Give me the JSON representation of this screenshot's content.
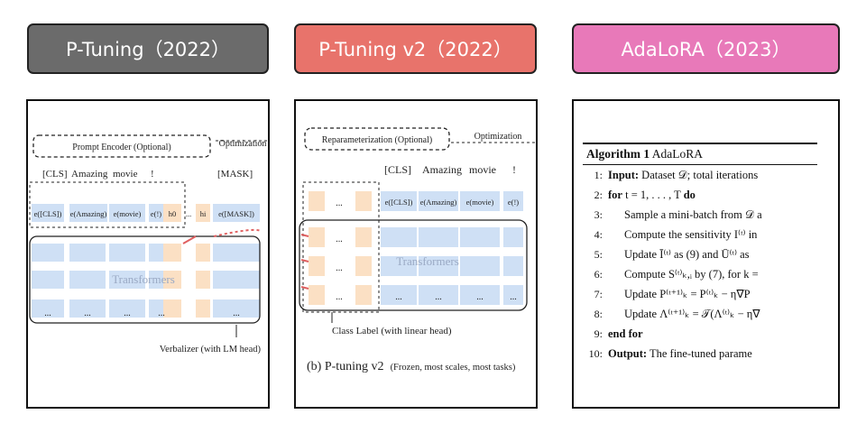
{
  "headers": [
    {
      "label": "P-Tuning（2022）",
      "color": "#6b6b6b"
    },
    {
      "label": "P-Tuning v2（2022）",
      "color": "#e8736b"
    },
    {
      "label": "AdaLoRA（2023）",
      "color": "#e879b9"
    }
  ],
  "p1": {
    "optimization": "Optimization",
    "encoder": "Prompt Encoder (Optional)",
    "tokens": [
      "[CLS]",
      "Amazing",
      "movie",
      "!",
      "[MASK]"
    ],
    "embeds": [
      "e([CLS])",
      "e(Amazing)",
      "e(movie)",
      "e(!)",
      "h0",
      "...",
      "hi",
      "e([MASK])"
    ],
    "transformers": "Transformers",
    "dots": "...",
    "verbalizer": "Verbalizer (with LM head)"
  },
  "p2": {
    "optimization": "Optimization",
    "reparam": "Reparameterization (Optional)",
    "tokens": [
      "[CLS]",
      "Amazing",
      "movie",
      "!"
    ],
    "embeds": [
      "e([CLS])",
      "e(Amazing)",
      "e(movie)",
      "e(!)"
    ],
    "transformers": "Transformers",
    "dots": "...",
    "class_label": "Class Label (with linear head)",
    "caption_main": "(b) P-tuning v2",
    "caption_sub": "(Frozen, most scales, most tasks)"
  },
  "p3": {
    "title_bold": "Algorithm 1",
    "title_rest": "AdaLoRA",
    "lines": [
      {
        "n": "1:",
        "kw": "Input:",
        "text": "Dataset 𝒟; total iterations",
        "indent": 0
      },
      {
        "n": "2:",
        "kw": "for",
        "text": "t = 1, . . . , T",
        "kw2": "do",
        "indent": 0
      },
      {
        "n": "3:",
        "kw": "",
        "text": "Sample a mini-batch from 𝒟 a",
        "indent": 1
      },
      {
        "n": "4:",
        "kw": "",
        "text": "Compute the sensitivity I⁽ᵗ⁾ in",
        "indent": 1
      },
      {
        "n": "5:",
        "kw": "",
        "text": "Update Ī⁽ᵗ⁾ as (9) and Ū⁽ᵗ⁾ as",
        "indent": 1
      },
      {
        "n": "6:",
        "kw": "",
        "text": "Compute S⁽ᵗ⁾ₖ,ᵢ by (7), for k =",
        "indent": 1
      },
      {
        "n": "7:",
        "kw": "",
        "text": "Update P⁽ᵗ⁺¹⁾ₖ = P⁽ᵗ⁾ₖ − η∇P",
        "indent": 1
      },
      {
        "n": "8:",
        "kw": "",
        "text": "Update Λ⁽ᵗ⁺¹⁾ₖ = 𝒯(Λ⁽ᵗ⁾ₖ − η∇",
        "indent": 1
      },
      {
        "n": "9:",
        "kw": "end for",
        "text": "",
        "indent": 0
      },
      {
        "n": "10:",
        "kw": "Output:",
        "text": "The fine-tuned parame",
        "indent": 0
      }
    ]
  }
}
